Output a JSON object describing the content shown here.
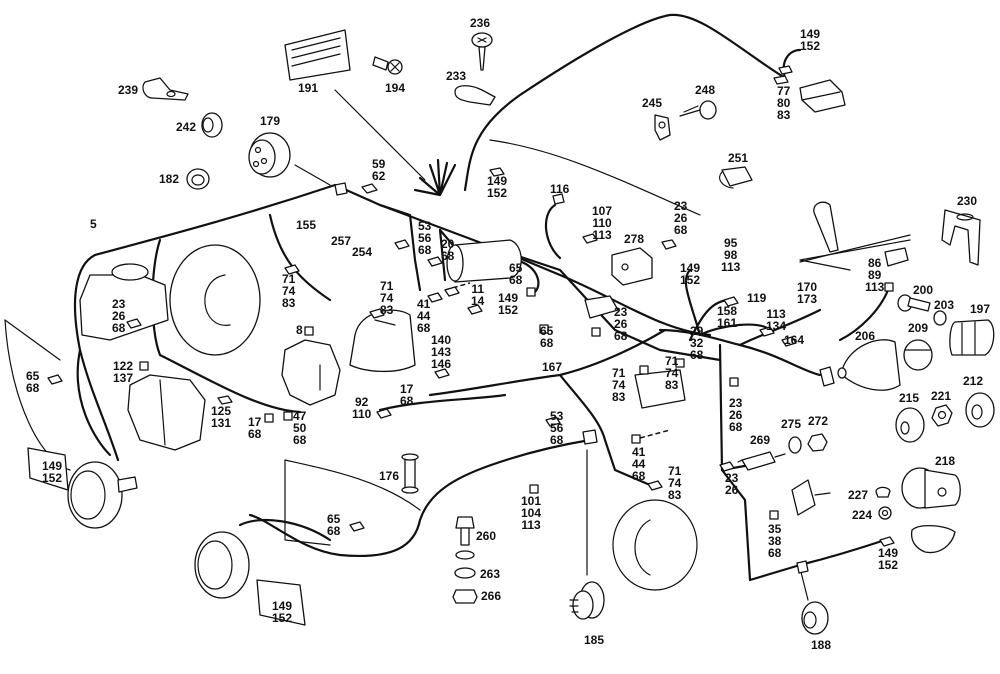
{
  "diagram": {
    "title": "Wiring harness exploded parts diagram",
    "background": "#ffffff",
    "ink": "#111111",
    "callouts": [
      {
        "id": "c236",
        "text": "236"
      },
      {
        "id": "c191",
        "text": "191"
      },
      {
        "id": "c194",
        "text": "194"
      },
      {
        "id": "c233",
        "text": "233"
      },
      {
        "id": "c239",
        "text": "239"
      },
      {
        "id": "c242",
        "text": "242"
      },
      {
        "id": "c179",
        "text": "179"
      },
      {
        "id": "c182",
        "text": "182"
      },
      {
        "id": "c149_152_top",
        "text": "149\n152"
      },
      {
        "id": "c77_80_83",
        "text": "77\n80\n83"
      },
      {
        "id": "c245",
        "text": "245"
      },
      {
        "id": "c248",
        "text": "248"
      },
      {
        "id": "c251",
        "text": "251"
      },
      {
        "id": "c230",
        "text": "230"
      },
      {
        "id": "c59_62",
        "text": "59\n62"
      },
      {
        "id": "c149_152_a",
        "text": "149\n152"
      },
      {
        "id": "c116",
        "text": "116"
      },
      {
        "id": "c107_110_113",
        "text": "107\n110\n113"
      },
      {
        "id": "c278",
        "text": "278"
      },
      {
        "id": "c23_26_68_a",
        "text": "23\n26\n68"
      },
      {
        "id": "c95_98_113",
        "text": "95\n98\n113"
      },
      {
        "id": "c149_152_b",
        "text": "149\n152"
      },
      {
        "id": "c5",
        "text": "5"
      },
      {
        "id": "c155",
        "text": "155"
      },
      {
        "id": "c257",
        "text": "257"
      },
      {
        "id": "c254",
        "text": "254"
      },
      {
        "id": "c53_56_68_a",
        "text": "53\n56\n68"
      },
      {
        "id": "c20_68",
        "text": "20\n68"
      },
      {
        "id": "c65_68_a",
        "text": "65\n68"
      },
      {
        "id": "c71_74_83_a",
        "text": "71\n74\n83"
      },
      {
        "id": "c71_74_83_b",
        "text": "71\n74\n83"
      },
      {
        "id": "c11_14",
        "text": "11\n14"
      },
      {
        "id": "c149_152_c",
        "text": "149\n152"
      },
      {
        "id": "c41_44_68_a",
        "text": "41\n44\n68"
      },
      {
        "id": "c23_26_68_b",
        "text": "23\n26\n68"
      },
      {
        "id": "c8",
        "text": "8"
      },
      {
        "id": "c23_26_68_c",
        "text": "23\n26\n68"
      },
      {
        "id": "c65_68_b",
        "text": "65\n68"
      },
      {
        "id": "c140_143_146",
        "text": "140\n143\n146"
      },
      {
        "id": "c167",
        "text": "167"
      },
      {
        "id": "c65_68_c",
        "text": "65\n68"
      },
      {
        "id": "c122_137",
        "text": "122\n137"
      },
      {
        "id": "c71_74_83_c",
        "text": "71\n74\n83"
      },
      {
        "id": "c71_74_83_d",
        "text": "71\n74\n83"
      },
      {
        "id": "c29_32_68",
        "text": "29\n32\n68"
      },
      {
        "id": "c158_161",
        "text": "158\n161"
      },
      {
        "id": "c119",
        "text": "119"
      },
      {
        "id": "c113_134",
        "text": "113\n134"
      },
      {
        "id": "c164",
        "text": "164"
      },
      {
        "id": "c170_173",
        "text": "170\n173"
      },
      {
        "id": "c86_89_113",
        "text": "86\n89\n113"
      },
      {
        "id": "c200",
        "text": "200"
      },
      {
        "id": "c203",
        "text": "203"
      },
      {
        "id": "c197",
        "text": "197"
      },
      {
        "id": "c209",
        "text": "209"
      },
      {
        "id": "c206",
        "text": "206"
      },
      {
        "id": "c17_68_a",
        "text": "17\n68"
      },
      {
        "id": "c92_110",
        "text": "92\n110"
      },
      {
        "id": "c125_131",
        "text": "125\n131"
      },
      {
        "id": "c17_68_b",
        "text": "17\n68"
      },
      {
        "id": "c47_50_68",
        "text": "47\n50\n68"
      },
      {
        "id": "c23_26_68_d",
        "text": "23\n26\n68"
      },
      {
        "id": "c215",
        "text": "215"
      },
      {
        "id": "c221",
        "text": "221"
      },
      {
        "id": "c212",
        "text": "212"
      },
      {
        "id": "c53_56_68_b",
        "text": "53\n56\n68"
      },
      {
        "id": "c41_44_68_b",
        "text": "41\n44\n68"
      },
      {
        "id": "c275",
        "text": "275"
      },
      {
        "id": "c272",
        "text": "272"
      },
      {
        "id": "c269",
        "text": "269"
      },
      {
        "id": "c149_152_d",
        "text": "149\n152"
      },
      {
        "id": "c176",
        "text": "176"
      },
      {
        "id": "c101_104_113",
        "text": "101\n104\n113"
      },
      {
        "id": "c71_74_83_e",
        "text": "71\n74\n83"
      },
      {
        "id": "c23_26",
        "text": "23\n26"
      },
      {
        "id": "c218",
        "text": "218"
      },
      {
        "id": "c227",
        "text": "227"
      },
      {
        "id": "c224",
        "text": "224"
      },
      {
        "id": "c35_38_68",
        "text": "35\n38\n68"
      },
      {
        "id": "c65_68_d",
        "text": "65\n68"
      },
      {
        "id": "c260",
        "text": "260"
      },
      {
        "id": "c263",
        "text": "263"
      },
      {
        "id": "c266",
        "text": "266"
      },
      {
        "id": "c149_152_e",
        "text": "149\n152"
      },
      {
        "id": "c149_152_f",
        "text": "149\n152"
      },
      {
        "id": "c185",
        "text": "185"
      },
      {
        "id": "c188",
        "text": "188"
      }
    ],
    "parts": [
      "terminal-block",
      "connector-housing",
      "screw",
      "clip",
      "grommet",
      "cable-tie-clip",
      "headlamp",
      "fog-lamp",
      "brake-fluid-reservoir",
      "brake-booster",
      "wiper-motor",
      "distributor-cap",
      "alternator",
      "relay",
      "switch",
      "gear-selector-lever",
      "tail-lamp-socket",
      "bulb-holder",
      "bolt",
      "washer",
      "nut",
      "horn"
    ]
  }
}
